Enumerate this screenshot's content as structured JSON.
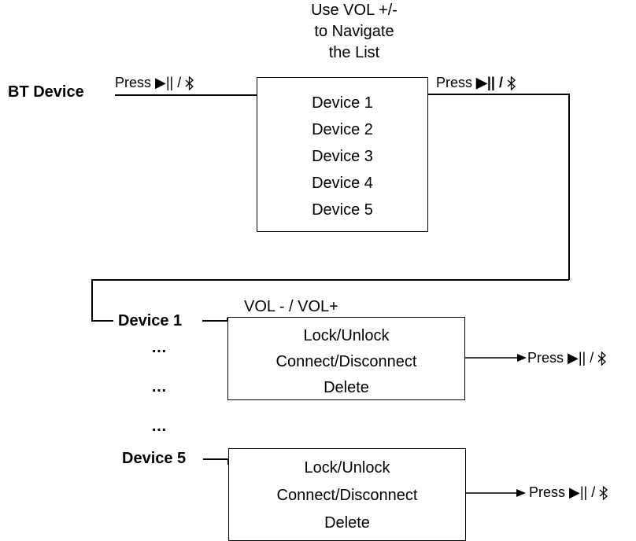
{
  "nav_instruction": [
    "Use VOL +/-",
    "to Navigate",
    "the List"
  ],
  "bt_device_label": "BT Device",
  "press_label": "Press",
  "play_pause_symbol": "▶||",
  "separator": "/",
  "bluetooth_icon": "bluetooth-icon",
  "device_list": [
    "Device 1",
    "Device 2",
    "Device 3",
    "Device 4",
    "Device 5"
  ],
  "vol_label": "VOL - / VOL+",
  "device_first": "Device 1",
  "device_last": "Device 5",
  "ellipsis": "…",
  "options": [
    "Lock/Unlock",
    "Connect/Disconnect",
    "Delete"
  ]
}
